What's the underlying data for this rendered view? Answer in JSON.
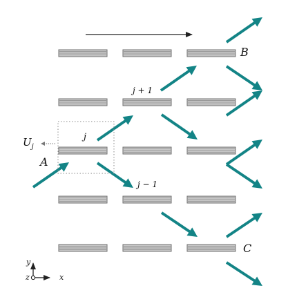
{
  "labels": {
    "B": "B",
    "C": "C",
    "A": "A",
    "j": "j",
    "j_plus_1": "j + 1",
    "j_minus_1": "j − 1",
    "Uj_base": "U",
    "Uj_sub": "j",
    "axis_x": "x",
    "axis_y": "y",
    "axis_z": "z"
  },
  "colors": {
    "arrow": "#138486",
    "plate_fill": "#c9c9c9",
    "plate_stroke": "#6f6f6f",
    "text": "#111111"
  }
}
